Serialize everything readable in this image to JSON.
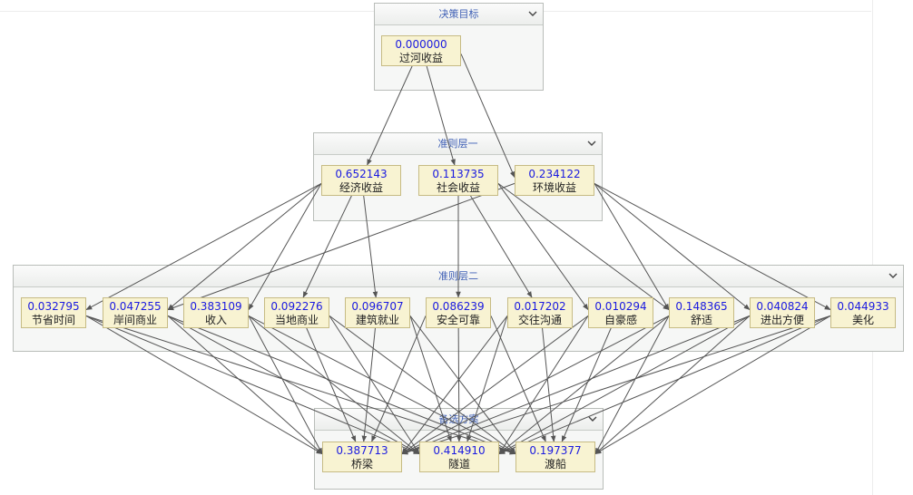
{
  "groups": {
    "goal": {
      "title": "决策目标"
    },
    "c1": {
      "title": "准则层一"
    },
    "c2": {
      "title": "准则层二"
    },
    "alt": {
      "title": "备选方案"
    }
  },
  "nodes": {
    "n0": {
      "value": "0.000000",
      "label": "过河收益"
    },
    "a1": {
      "value": "0.652143",
      "label": "经济收益"
    },
    "a2": {
      "value": "0.113735",
      "label": "社会收益"
    },
    "a3": {
      "value": "0.234122",
      "label": "环境收益"
    },
    "b1": {
      "value": "0.032795",
      "label": "节省时间"
    },
    "b2": {
      "value": "0.047255",
      "label": "岸间商业"
    },
    "b3": {
      "value": "0.383109",
      "label": "收入"
    },
    "b4": {
      "value": "0.092276",
      "label": "当地商业"
    },
    "b5": {
      "value": "0.096707",
      "label": "建筑就业"
    },
    "b6": {
      "value": "0.086239",
      "label": "安全可靠"
    },
    "b7": {
      "value": "0.017202",
      "label": "交往沟通"
    },
    "b8": {
      "value": "0.010294",
      "label": "自豪感"
    },
    "b9": {
      "value": "0.148365",
      "label": "舒适"
    },
    "b10": {
      "value": "0.040824",
      "label": "进出方便"
    },
    "b11": {
      "value": "0.044933",
      "label": "美化"
    },
    "c1": {
      "value": "0.387713",
      "label": "桥梁"
    },
    "c2": {
      "value": "0.414910",
      "label": "隧道"
    },
    "c3": {
      "value": "0.197377",
      "label": "渡船"
    }
  },
  "edges": [
    [
      "n0",
      "a1"
    ],
    [
      "n0",
      "a2"
    ],
    [
      "n0",
      "a3"
    ],
    [
      "a1",
      "b1"
    ],
    [
      "a1",
      "b2"
    ],
    [
      "a1",
      "b3"
    ],
    [
      "a1",
      "b4"
    ],
    [
      "a1",
      "b5"
    ],
    [
      "a2",
      "b6"
    ],
    [
      "a2",
      "b7"
    ],
    [
      "a2",
      "b8"
    ],
    [
      "a2",
      "b9"
    ],
    [
      "a3",
      "b2"
    ],
    [
      "a3",
      "b9"
    ],
    [
      "a3",
      "b10"
    ],
    [
      "a3",
      "b11"
    ],
    [
      "b1",
      "c1"
    ],
    [
      "b1",
      "c2"
    ],
    [
      "b1",
      "c3"
    ],
    [
      "b2",
      "c1"
    ],
    [
      "b2",
      "c2"
    ],
    [
      "b2",
      "c3"
    ],
    [
      "b3",
      "c1"
    ],
    [
      "b3",
      "c2"
    ],
    [
      "b3",
      "c3"
    ],
    [
      "b4",
      "c1"
    ],
    [
      "b4",
      "c2"
    ],
    [
      "b4",
      "c3"
    ],
    [
      "b5",
      "c1"
    ],
    [
      "b5",
      "c2"
    ],
    [
      "b5",
      "c3"
    ],
    [
      "b6",
      "c1"
    ],
    [
      "b6",
      "c2"
    ],
    [
      "b6",
      "c3"
    ],
    [
      "b7",
      "c1"
    ],
    [
      "b7",
      "c2"
    ],
    [
      "b7",
      "c3"
    ],
    [
      "b8",
      "c1"
    ],
    [
      "b8",
      "c2"
    ],
    [
      "b8",
      "c3"
    ],
    [
      "b9",
      "c1"
    ],
    [
      "b9",
      "c2"
    ],
    [
      "b9",
      "c3"
    ],
    [
      "b10",
      "c1"
    ],
    [
      "b10",
      "c2"
    ],
    [
      "b10",
      "c3"
    ],
    [
      "b11",
      "c1"
    ],
    [
      "b11",
      "c2"
    ],
    [
      "b11",
      "c3"
    ]
  ],
  "colors": {
    "edge": "#555555",
    "node_fill": "#f8f3d2",
    "value_text": "#1a1ae0",
    "header_text": "#3e5fb5"
  },
  "icons": {
    "collapse": "chevron-down-icon"
  }
}
